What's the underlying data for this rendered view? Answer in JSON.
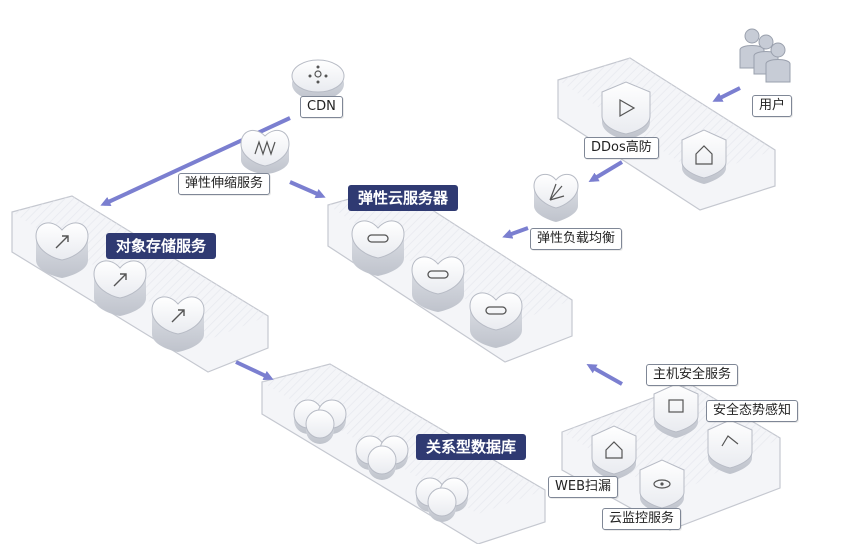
{
  "labels": {
    "cdn": "CDN",
    "elastic_scaling": "弹性伸缩服务",
    "ddos": "DDos高防",
    "users": "用户",
    "load_balancer": "弹性负载均衡",
    "host_security": "主机安全服务",
    "situation_awareness": "安全态势感知",
    "web_scan": "WEB扫漏",
    "cloud_monitor": "云监控服务"
  },
  "tags": {
    "object_storage": "对象存储服务",
    "ecs": "弹性云服务器",
    "rdb": "关系型数据库"
  },
  "colors": {
    "arrow": "#7b7fd0",
    "tag_bg": "#2f3a72",
    "platform_border": "#c5c8d0"
  }
}
